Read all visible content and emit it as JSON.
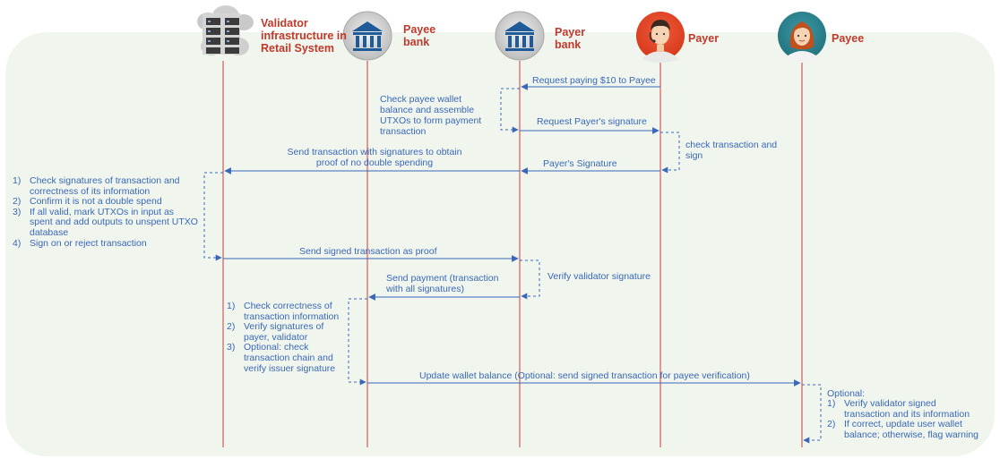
{
  "colors": {
    "actor_text": "#c0392b",
    "message": "#3a67b8",
    "lifeline": "#d45a5a",
    "panel": "#f0f6ee"
  },
  "actors": [
    {
      "id": "validator",
      "icon": "server-rack-icon",
      "name": "Validator infrastructure in Retail System"
    },
    {
      "id": "payee_bank",
      "icon": "bank-icon",
      "name": "Payee bank"
    },
    {
      "id": "payer_bank",
      "icon": "bank-icon",
      "name": "Payer bank"
    },
    {
      "id": "payer",
      "icon": "person-avatar-icon",
      "name": "Payer"
    },
    {
      "id": "payee",
      "icon": "person-avatar-icon",
      "name": "Payee"
    }
  ],
  "messages": {
    "m1": "Request paying $10 to Payee",
    "m2": "Request Payer's signature",
    "m3": "Payer's Signature",
    "m4": "Send transaction with signatures to obtain proof of no double spending",
    "m5": "Send signed transaction as proof",
    "m6": "Send payment (transaction with all signatures)",
    "m7": "Update wallet balance (Optional: send signed transaction for payee verification)"
  },
  "notes": {
    "payer_bank_check": "Check payee wallet balance and assemble UTXOs to form payment transaction",
    "payer_check": "check transaction and sign",
    "payer_bank_verify": "Verify validator signature",
    "validator_steps": [
      {
        "num": "1)",
        "text": "Check signatures of transaction and correctness of its information"
      },
      {
        "num": "2)",
        "text": "Confirm it is not a double spend"
      },
      {
        "num": "3)",
        "text": "If all valid, mark UTXOs in input as spent and add outputs to unspent UTXO database"
      },
      {
        "num": "4)",
        "text": "Sign on or reject transaction"
      }
    ],
    "payee_bank_steps": [
      {
        "num": "1)",
        "text": "Check correctness of transaction information"
      },
      {
        "num": "2)",
        "text": "Verify signatures of payer, validator"
      },
      {
        "num": "3)",
        "text": "Optional: check transaction chain and verify issuer signature"
      }
    ],
    "payee_optional_title": "Optional:",
    "payee_steps": [
      {
        "num": "1)",
        "text": "Verify validator signed transaction and its information"
      },
      {
        "num": "2)",
        "text": "If correct, update user wallet balance; otherwise, flag warning"
      }
    ]
  }
}
